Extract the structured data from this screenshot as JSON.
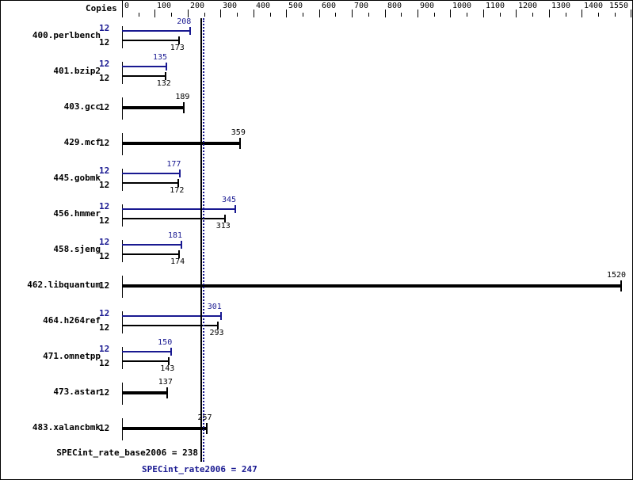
{
  "chart_data": {
    "type": "bar",
    "orientation": "horizontal",
    "title": "",
    "xlabel": "",
    "ylabel": "",
    "copies_header": "Copies",
    "x_axis": {
      "min": 0,
      "max": 1550,
      "tick_labels": [
        "0",
        "100",
        "200",
        "300",
        "400",
        "500",
        "600",
        "700",
        "800",
        "900",
        "1000",
        "1100",
        "1200",
        "1300",
        "1400",
        "1550"
      ],
      "tick_values": [
        0,
        100,
        200,
        300,
        400,
        500,
        600,
        700,
        800,
        900,
        1000,
        1100,
        1200,
        1300,
        1400,
        1550
      ]
    },
    "series": [
      {
        "name": "SPECint_rate2006 (peak)",
        "color": "#191991"
      },
      {
        "name": "SPECint_rate_base2006 (base)",
        "color": "#000000"
      }
    ],
    "benchmarks": [
      {
        "name": "400.perlbench",
        "peak_copies": "12",
        "peak": 208,
        "base_copies": "12",
        "base": 173
      },
      {
        "name": "401.bzip2",
        "peak_copies": "12",
        "peak": 135,
        "base_copies": "12",
        "base": 132
      },
      {
        "name": "403.gcc",
        "peak_copies": null,
        "peak": null,
        "base_copies": "12",
        "base": 189
      },
      {
        "name": "429.mcf",
        "peak_copies": null,
        "peak": null,
        "base_copies": "12",
        "base": 359
      },
      {
        "name": "445.gobmk",
        "peak_copies": "12",
        "peak": 177,
        "base_copies": "12",
        "base": 172
      },
      {
        "name": "456.hmmer",
        "peak_copies": "12",
        "peak": 345,
        "base_copies": "12",
        "base": 313
      },
      {
        "name": "458.sjeng",
        "peak_copies": "12",
        "peak": 181,
        "base_copies": "12",
        "base": 174
      },
      {
        "name": "462.libquantum",
        "peak_copies": null,
        "peak": null,
        "base_copies": "12",
        "base": 1520
      },
      {
        "name": "464.h264ref",
        "peak_copies": "12",
        "peak": 301,
        "base_copies": "12",
        "base": 293
      },
      {
        "name": "471.omnetpp",
        "peak_copies": "12",
        "peak": 150,
        "base_copies": "12",
        "base": 143
      },
      {
        "name": "473.astar",
        "peak_copies": null,
        "peak": null,
        "base_copies": "12",
        "base": 137
      },
      {
        "name": "483.xalancbmk",
        "peak_copies": null,
        "peak": null,
        "base_copies": "12",
        "base": 257
      }
    ],
    "reference_lines": [
      {
        "label": "SPECint_rate_base2006 = 238",
        "value": 238,
        "style": "solid",
        "color": "#000000"
      },
      {
        "label": "SPECint_rate2006 = 247",
        "value": 247,
        "style": "dotted",
        "color": "#191991"
      }
    ]
  }
}
